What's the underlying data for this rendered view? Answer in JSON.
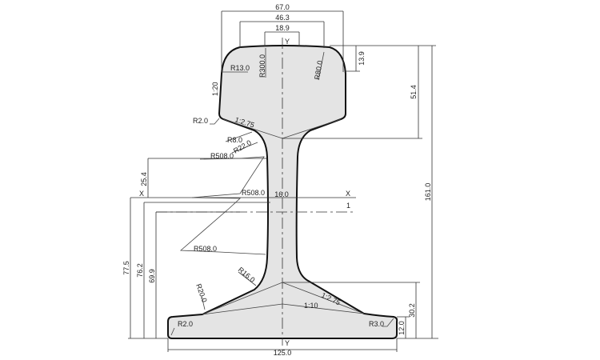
{
  "title": "Rail profile cross-section",
  "dimensions": {
    "head_width": "67.0",
    "crown_width": "46.3",
    "crown_flat": "18.9",
    "head_side_height": "13.9",
    "head_height": "51.4",
    "total_height": "161.0",
    "foot_height": "30.2",
    "foot_edge": "12.0",
    "base_width": "125.0",
    "web_thickness": "16.0",
    "h_77": "77.5",
    "h_76": "76.2",
    "h_69": "69.9",
    "h_25": "25.4"
  },
  "radii": {
    "r13": "R13.0",
    "r300": "R300.0",
    "r80": "R80.0",
    "r2_head": "R2.0",
    "r8": "R8.0",
    "r22": "R22.0",
    "r508_a": "R508.0",
    "r508_b": "R508.0",
    "r508_c": "R508.0",
    "r16": "R16.0",
    "r20": "R20.0",
    "r2_foot": "R2.0",
    "r3": "R3.0"
  },
  "slopes": {
    "head_side": "1:20",
    "head_under": "1:2.75",
    "foot_top": "1:2.75",
    "foot_inner": "1:10"
  },
  "axes": {
    "y_top": "Y",
    "y_bottom": "Y",
    "x_left": "X",
    "x_right": "X",
    "line_1": "1"
  }
}
